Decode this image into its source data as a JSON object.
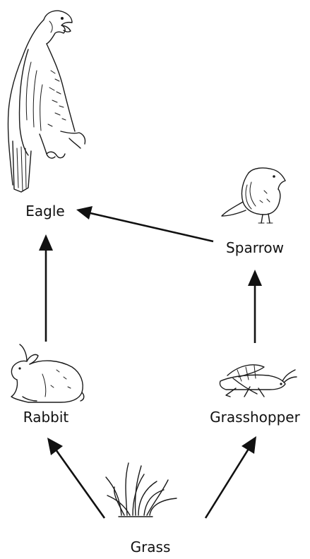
{
  "food_web": {
    "organisms": {
      "eagle": "Eagle",
      "sparrow": "Sparrow",
      "rabbit": "Rabbit",
      "grasshopper": "Grasshopper",
      "grass": "Grass"
    },
    "arrows": [
      {
        "from": "sparrow",
        "to": "eagle"
      },
      {
        "from": "rabbit",
        "to": "eagle"
      },
      {
        "from": "grasshopper",
        "to": "sparrow"
      },
      {
        "from": "grass",
        "to": "rabbit"
      },
      {
        "from": "grass",
        "to": "grasshopper"
      }
    ]
  },
  "colors": {
    "ink": "#111111",
    "background": "#ffffff"
  }
}
